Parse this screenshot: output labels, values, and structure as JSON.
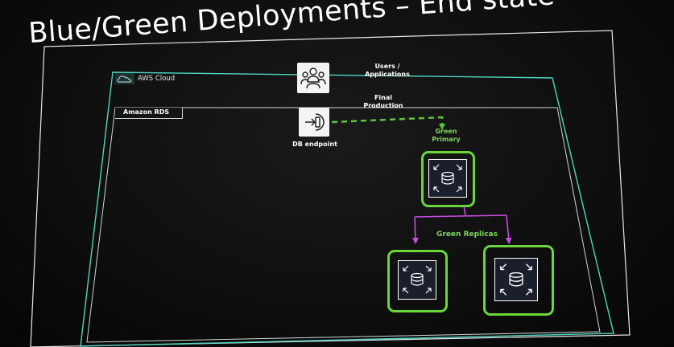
{
  "title": "Blue/Green Deployments – End state",
  "aws_cloud": {
    "label": "AWS Cloud",
    "icon": "cloud-icon"
  },
  "amazon_rds": {
    "label": "Amazon RDS"
  },
  "users": {
    "label_line1": "Users /",
    "label_line2": "Applications",
    "icon": "users-icon"
  },
  "connection": {
    "label_line1": "Final",
    "label_line2": "Production",
    "style": "dashed",
    "color": "#5cc43a"
  },
  "db_endpoint": {
    "label": "DB endpoint",
    "icon": "endpoint-icon"
  },
  "green_primary": {
    "label_line1": "Green",
    "label_line2": "Primary",
    "icon": "rds-database-icon"
  },
  "green_replicas": {
    "label": "Green Replicas",
    "icon": "rds-database-icon",
    "count": 2
  },
  "colors": {
    "cloud_border": "#4fd6c0",
    "outer_border": "#ffffff",
    "green_accent": "#6bd63a",
    "replication_arrow": "#c94ee0",
    "background": "#121212"
  }
}
